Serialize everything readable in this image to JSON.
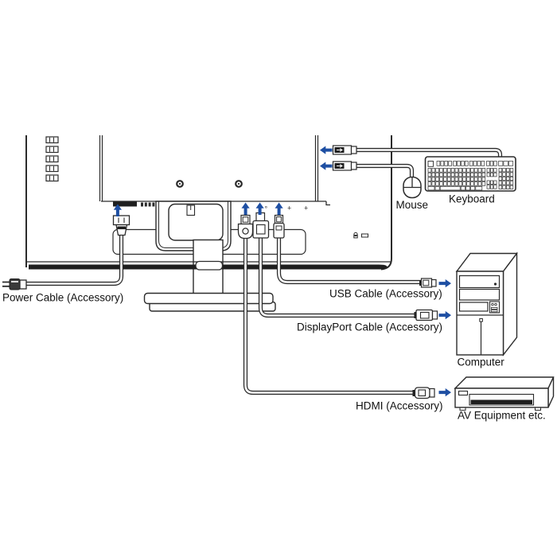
{
  "colors": {
    "arrow": "#1e4fa3",
    "line": "#2b2b2b",
    "dark_fill": "#1f1f1f"
  },
  "labels": {
    "power_cable": "Power Cable (Accessory)",
    "usb_cable": "USB Cable (Accessory)",
    "displayport_cable": "DisplayPort Cable (Accessory)",
    "hdmi": "HDMI (Accessory)",
    "mouse": "Mouse",
    "keyboard": "Keyboard",
    "computer": "Computer",
    "av_equipment": "AV Equipment etc."
  },
  "panel_marks": {
    "m1": "°",
    "m2": "+",
    "m3": "+"
  }
}
